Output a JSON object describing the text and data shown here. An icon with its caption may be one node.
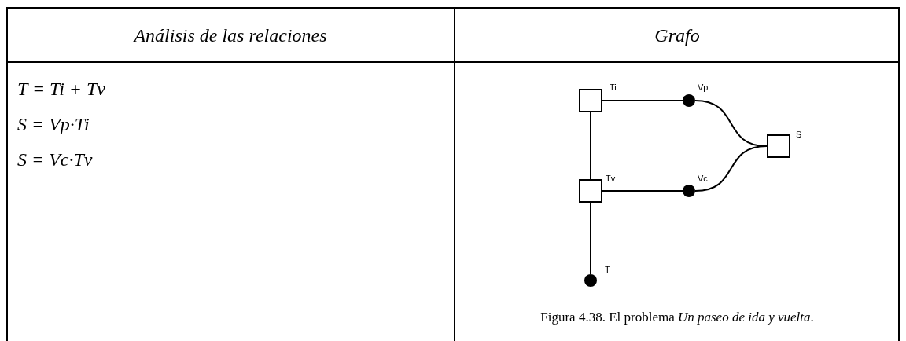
{
  "diagram": {
    "caption": "Figura 4.38. El problema *Un paseo de ida y vuelta*.",
    "nodes": [
      {
        "text": [],
        "shape": "box",
        "beside": [
          "Ti"
        ]
      },
      {
        "text": [],
        "shape": "circle",
        "beside": [
          "Vp"
        ]
      },
      {
        "text": [],
        "shape": "box",
        "beside": [
          "S"
        ]
      },
      {
        "text": [],
        "shape": "box",
        "beside": [
          "Tv"
        ]
      },
      {
        "text": [],
        "shape": "circle",
        "beside": [
          "Vc"
        ]
      },
      {
        "text": [],
        "shape": "circle",
        "beside": [
          "T"
        ]
      }
    ],
    "edges": [
      {
        "from": 0,
        "to": 1,
        "arrow": "none"
      },
      {
        "from": 1,
        "to": 2,
        "arrow": "none"
      },
      {
        "from": 0,
        "to": 3,
        "arrow": "none"
      },
      {
        "from": 3,
        "to": 4,
        "arrow": "none"
      },
      {
        "from": 4,
        "to": 2,
        "arrow": "none"
      },
      {
        "from": 3,
        "to": 5,
        "arrow": "none"
      }
    ],
    "labels": [
      "Análisis de las relaciones",
      "Grafo",
      "T = Ti + Tv",
      "S = Vp·Ti",
      "S = Vc·Tv"
    ]
  }
}
